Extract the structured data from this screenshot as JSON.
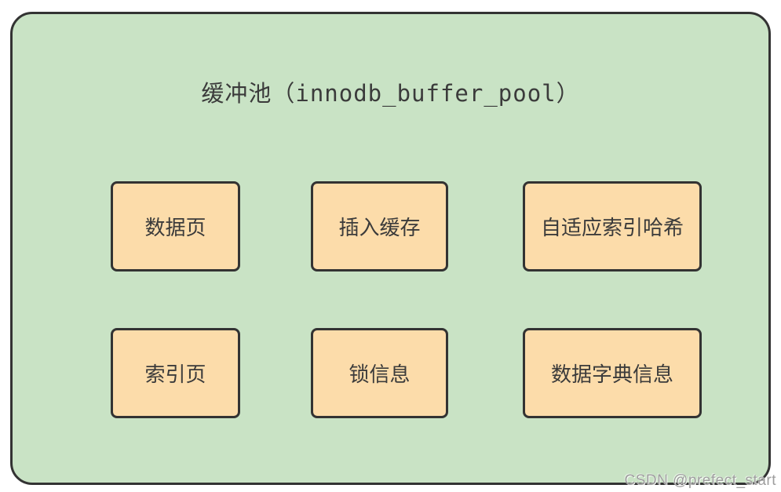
{
  "diagram": {
    "title": "缓冲池（innodb_buffer_pool）",
    "boxes": [
      {
        "label": "数据页"
      },
      {
        "label": "插入缓存"
      },
      {
        "label": "自适应索引哈希"
      },
      {
        "label": "索引页"
      },
      {
        "label": "锁信息"
      },
      {
        "label": "数据字典信息"
      }
    ],
    "colors": {
      "container_fill": "#c9e3c5",
      "box_fill": "#fcdcaa",
      "border": "#333333",
      "text": "#3b3b3b"
    },
    "watermark": "CSDN @prefect_start"
  }
}
